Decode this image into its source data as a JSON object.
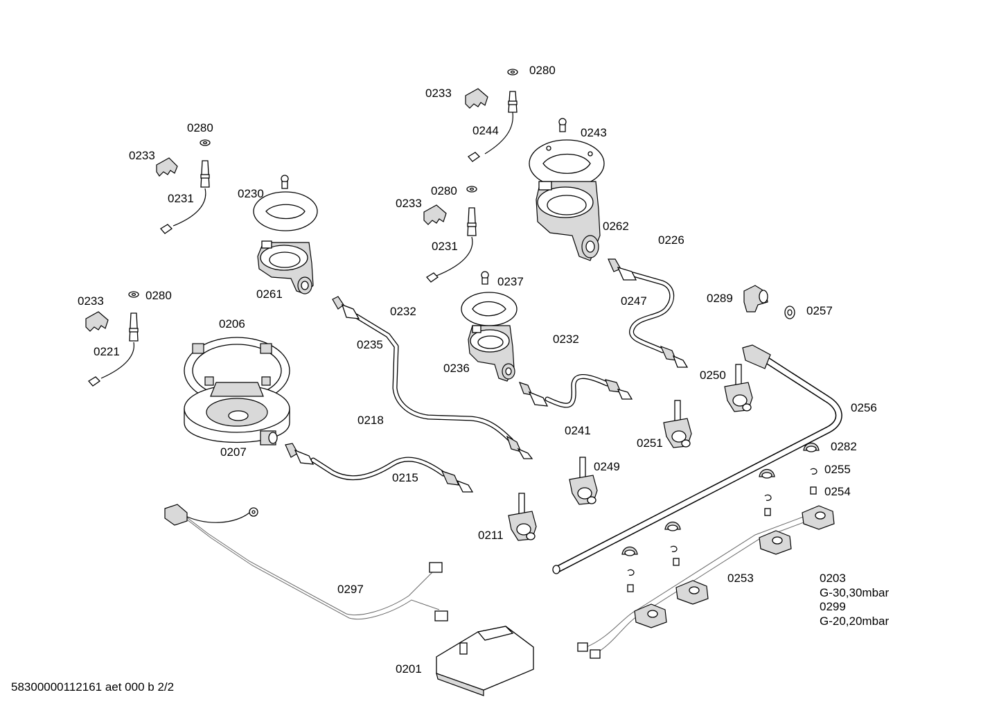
{
  "diagram": {
    "labels": [
      {
        "id": "l0280a",
        "text": "0280"
      },
      {
        "id": "l0233a",
        "text": "0233"
      },
      {
        "id": "l0244",
        "text": "0244"
      },
      {
        "id": "l0243",
        "text": "0243"
      },
      {
        "id": "l0280b",
        "text": "0280"
      },
      {
        "id": "l0233b",
        "text": "0233"
      },
      {
        "id": "l0231a",
        "text": "0231"
      },
      {
        "id": "l0230",
        "text": "0230"
      },
      {
        "id": "l0280c",
        "text": "0280"
      },
      {
        "id": "l0233c",
        "text": "0233"
      },
      {
        "id": "l0231b",
        "text": "0231"
      },
      {
        "id": "l0262",
        "text": "0262"
      },
      {
        "id": "l0226",
        "text": "0226"
      },
      {
        "id": "l0261",
        "text": "0261"
      },
      {
        "id": "l0237",
        "text": "0237"
      },
      {
        "id": "l0233d",
        "text": "0233"
      },
      {
        "id": "l0280d",
        "text": "0280"
      },
      {
        "id": "l0232a",
        "text": "0232"
      },
      {
        "id": "l0247",
        "text": "0247"
      },
      {
        "id": "l0289",
        "text": "0289"
      },
      {
        "id": "l0257",
        "text": "0257"
      },
      {
        "id": "l0206",
        "text": "0206"
      },
      {
        "id": "l0235",
        "text": "0235"
      },
      {
        "id": "l0232b",
        "text": "0232"
      },
      {
        "id": "l0221",
        "text": "0221"
      },
      {
        "id": "l0236",
        "text": "0236"
      },
      {
        "id": "l0250",
        "text": "0250"
      },
      {
        "id": "l0256",
        "text": "0256"
      },
      {
        "id": "l0218",
        "text": "0218"
      },
      {
        "id": "l0241",
        "text": "0241"
      },
      {
        "id": "l0251",
        "text": "0251"
      },
      {
        "id": "l0282",
        "text": "0282"
      },
      {
        "id": "l0207",
        "text": "0207"
      },
      {
        "id": "l0249",
        "text": "0249"
      },
      {
        "id": "l0255",
        "text": "0255"
      },
      {
        "id": "l0215",
        "text": "0215"
      },
      {
        "id": "l0254",
        "text": "0254"
      },
      {
        "id": "l0211",
        "text": "0211"
      },
      {
        "id": "l0253",
        "text": "0253"
      },
      {
        "id": "l0203",
        "text": "0203"
      },
      {
        "id": "lg30",
        "text": "G-30,30mbar"
      },
      {
        "id": "l0299",
        "text": "0299"
      },
      {
        "id": "lg20",
        "text": "G-20,20mbar"
      },
      {
        "id": "l0297",
        "text": "0297"
      },
      {
        "id": "l0201",
        "text": "0201"
      }
    ],
    "footer": "58300000112161 aet 000 b 2/2"
  }
}
